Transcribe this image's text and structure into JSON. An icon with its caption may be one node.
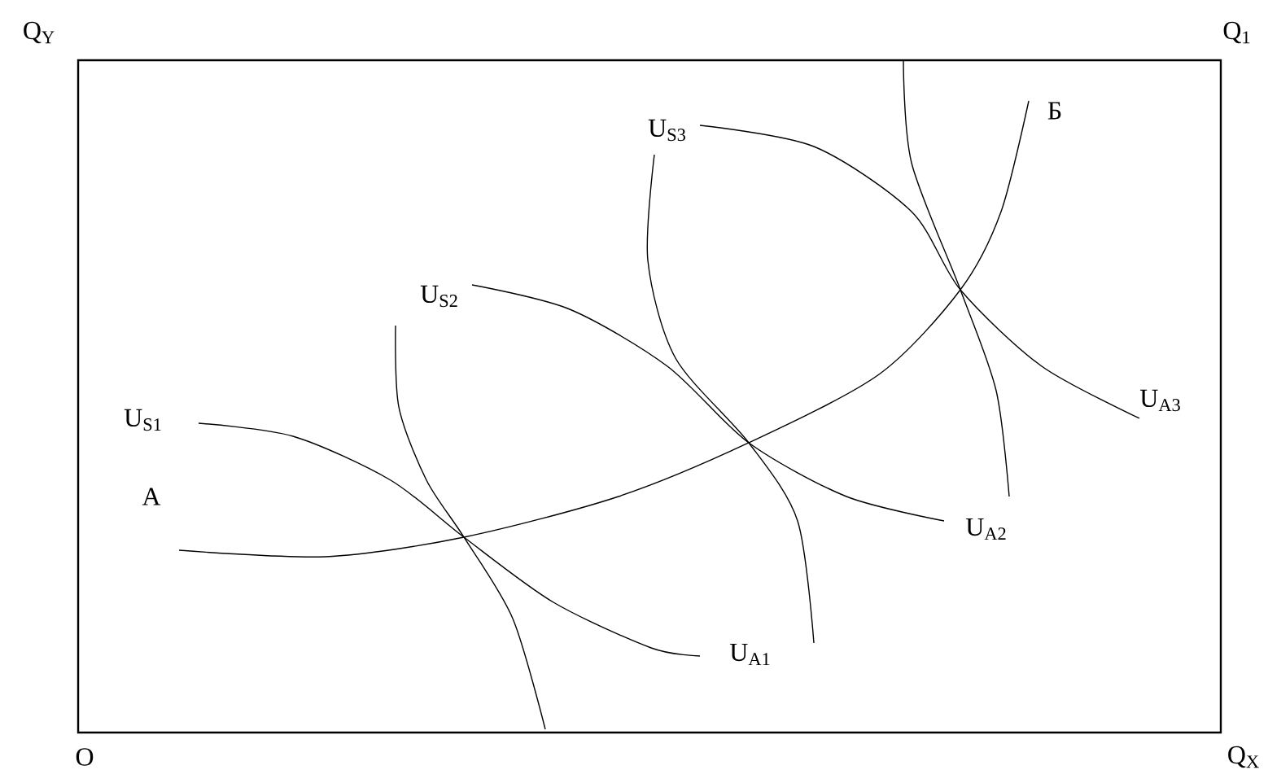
{
  "diagram": {
    "labels": [
      "Q$_{Y}$",
      "Q$_{1}$",
      "U$_{S3}$",
      "Б",
      "U$_{S2}$",
      "U$_{A3}$",
      "U$_{S1}$",
      "A",
      "U$_{A2}$",
      "U$_{A1}$",
      "O",
      "Q$_{X}$"
    ]
  }
}
